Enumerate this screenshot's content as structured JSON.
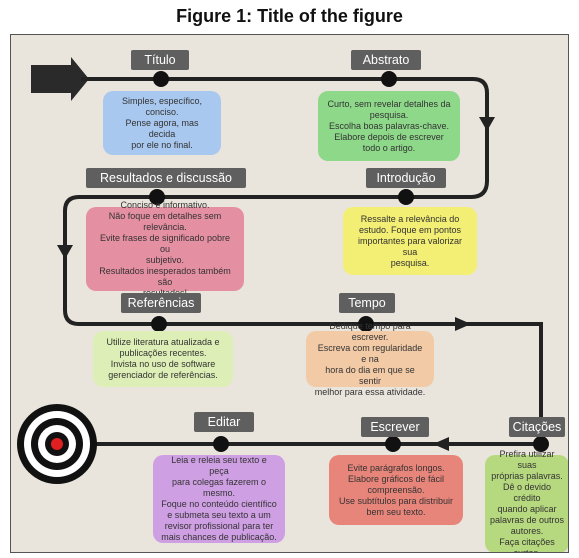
{
  "figure_title": "Figure 1: Title of the figure",
  "stages": [
    {
      "label": "Título",
      "text": "Simples, específico,\nconciso.\nPense agora, mas decida\npor ele no final.",
      "color": "#a9c8ef"
    },
    {
      "label": "Abstrato",
      "text": "Curto, sem revelar detalhes da\npesquisa.\nEscolha boas palavras-chave.\nElabore depois de escrever\ntodo o artigo.",
      "color": "#8ed88a"
    },
    {
      "label": "Resultados e discussão",
      "text": "Conciso e informativo.\nNão foque em detalhes sem\nrelevância.\nEvite frases de significado pobre ou\nsubjetivo.\nResultados inesperados também são\nresultados!",
      "color": "#e58fa2"
    },
    {
      "label": "Introdução",
      "text": "Ressalte a relevância do\nestudo. Foque em pontos\nimportantes para valorizar sua\npesquisa.",
      "color": "#f3ee74"
    },
    {
      "label": "Referências",
      "text": "Utilize literatura atualizada e\npublicações recentes.\nInvista no uso de software\ngerenciador de referências.",
      "color": "#ddefb6"
    },
    {
      "label": "Tempo",
      "text": "Dedique tempo para escrever.\nEscreva com regularidade e na\nhora do dia em que se sentir\nmelhor para essa atividade.",
      "color": "#f2caa6"
    },
    {
      "label": "Editar",
      "text": "Leia e releia seu texto e peça\npara colegas fazerem o\nmesmo.\nFoque no conteúdo científico\ne submeta seu texto a um\nrevisor profissional para ter\nmais chances de publicação.",
      "color": "#cf9fe4"
    },
    {
      "label": "Escrever",
      "text": "Evite parágrafos longos.\nElabore gráficos de fácil\ncompreensão.\nUse subtítulos para distribuir\nbem seu texto.",
      "color": "#e8857a"
    },
    {
      "label": "Citações",
      "text": "Prefira utilizar suas\npróprias palavras.\nDê o devido crédito\nquando aplicar\npalavras de outros\nautores.\nFaça citações\ncurtas.",
      "color": "#b6d87e"
    }
  ]
}
